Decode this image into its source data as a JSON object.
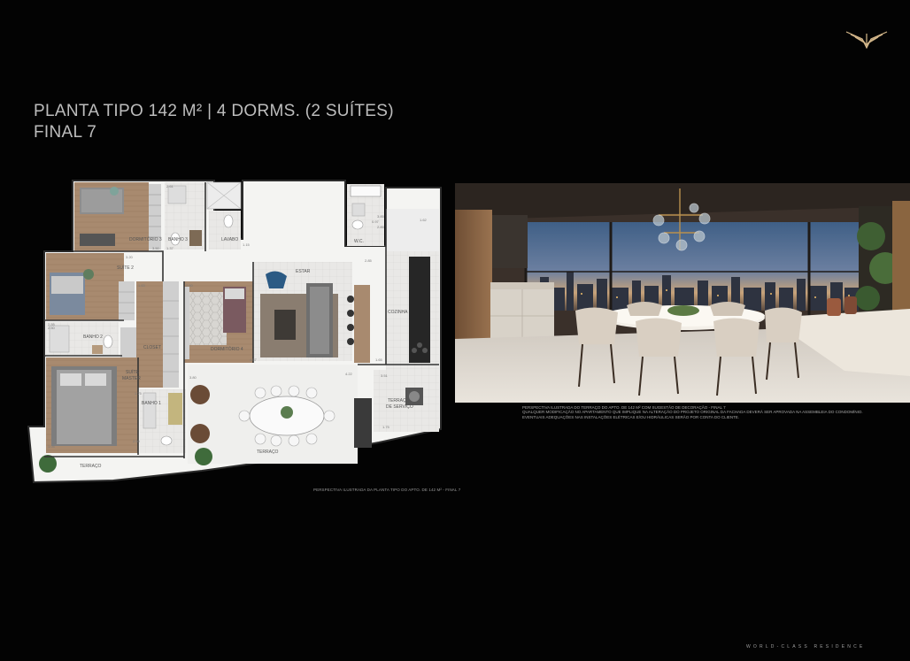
{
  "brand": {
    "logo_icon": "winged-emblem-icon",
    "tagline": "WORLD-CLASS RESIDENCE"
  },
  "title": {
    "line1": "PLANTA TIPO 142 M² | 4 DORMS. (2 SUÍTES)",
    "line2": "FINAL 7"
  },
  "floorplan": {
    "rooms": {
      "dorm3": "DORMITÓRIO 3",
      "banho3": "BANHO 3",
      "lavabo": "LAVABO",
      "suite2": "SUÍTE 2",
      "estar": "ESTAR",
      "wc": "W.C.",
      "cozinha": "COZINHA",
      "banho2": "BANHO 2",
      "closet": "CLOSET",
      "dorm4": "DORMITÓRIO 4",
      "suite_master_1": "SUÍTE",
      "suite_master_2": "MASTER",
      "banho1": "BANHO 1",
      "terraco_servico_1": "TERRAÇO",
      "terraco_servico_2": "DE SERVIÇO",
      "terraco_left": "TERRAÇO",
      "terraco_main": "TERRAÇO"
    },
    "dimensions": [
      "2.61",
      "1.37",
      "1.15",
      "3.50",
      "3.20",
      "2.50",
      "1.62",
      "0.97",
      "2.85",
      "1.63",
      "2.50",
      "2.55",
      "4.57",
      "1.65",
      "1.75",
      "2.50",
      "3.80",
      "4.22",
      "3.51",
      "1.75",
      "3.85",
      "2.85",
      "1.05"
    ],
    "caption": "PERSPECTIVA ILUSTRADA DA PLANTA TIPO DO APTO. DE 142 M² - FINAL 7"
  },
  "photo": {
    "notes": [
      "PERSPECTIVA ILUSTRADA DO TERRAÇO DO APTO. DE 142 M² COM SUGESTÃO DE DECORAÇÃO - FINAL 7",
      "QUALQUER MODIFICAÇÃO NO APARTAMENTO QUE IMPLIQUE NA ALTERAÇÃO DO PROJETO ORIGINAL DA FACHADA DEVERÁ SER APROVADA NA ASSEMBLEIA DO CONDOMÍNIO.",
      "EVENTUAIS ADEQUAÇÕES NAS INSTALAÇÕES ELÉTRICAS E/OU HIDRÁULICAS SERÃO POR CONTA DO CLIENTE."
    ]
  },
  "colors": {
    "background": "#030303",
    "text": "#bdbdbd",
    "wood": "#a88a6f",
    "floor": "#ebe9e4",
    "logo": "#d6b98c"
  }
}
